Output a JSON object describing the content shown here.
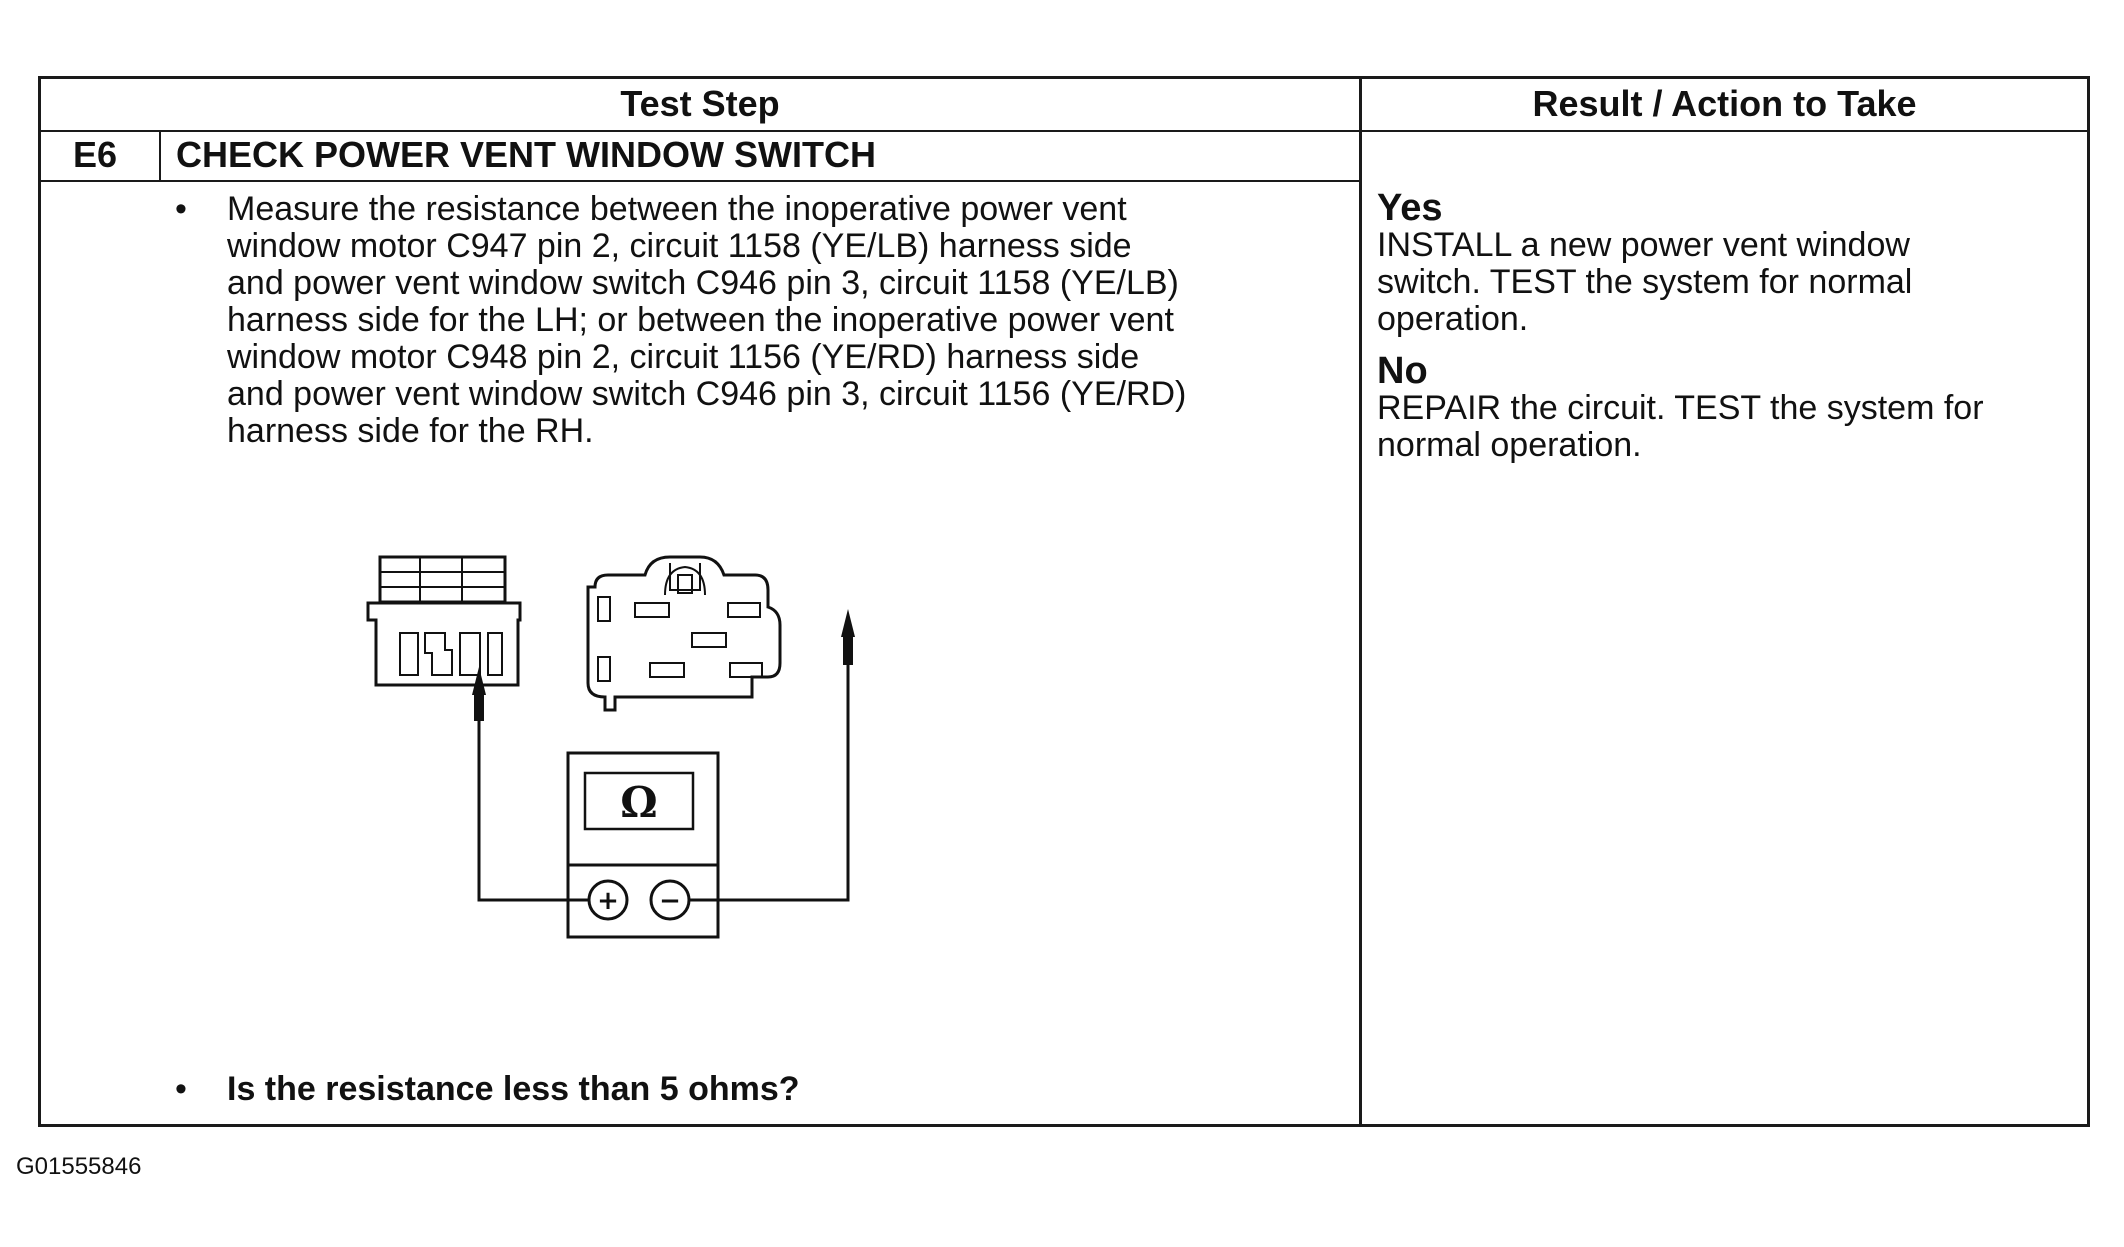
{
  "table": {
    "header_left": "Test Step",
    "header_right": "Result / Action to Take",
    "step_id": "E6",
    "step_title": "CHECK POWER VENT WINDOW SWITCH",
    "bullet_char": "•",
    "instruction": "Measure the resistance between the inoperative power vent\nwindow motor C947 pin 2, circuit 1158 (YE/LB) harness side\nand power vent window switch C946 pin 3, circuit 1158 (YE/LB)\nharness side for the LH; or between the inoperative power vent\nwindow motor C948 pin 2, circuit 1156 (YE/RD) harness side\nand power vent window switch C946 pin 3, circuit 1156 (YE/RD)\nharness side for the RH.",
    "question": "Is the resistance less than 5 ohms?",
    "results": [
      {
        "label": "Yes",
        "action": "INSTALL a new power vent window\nswitch. TEST the system for normal\noperation."
      },
      {
        "label": "No",
        "action": "REPAIR the circuit. TEST the system for\nnormal operation."
      }
    ]
  },
  "diagram": {
    "meter_symbol": "Ω",
    "positive_terminal": "+",
    "negative_terminal": "−"
  },
  "figure_id": "G01555846"
}
